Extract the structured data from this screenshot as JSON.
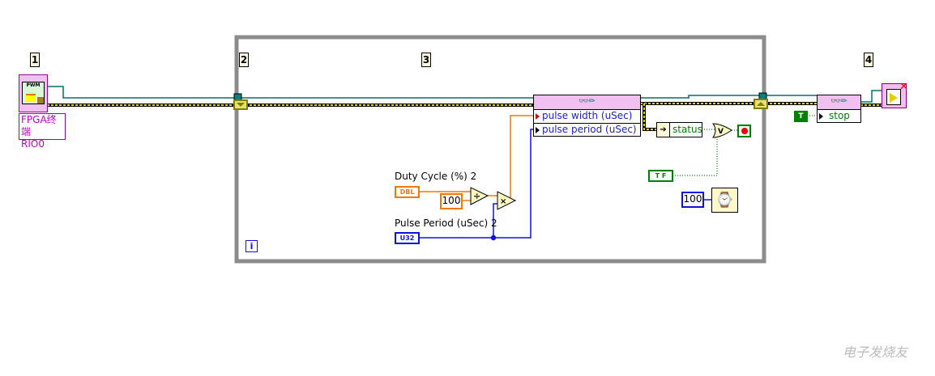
{
  "frames": {
    "f1": "1",
    "f2": "2",
    "f3": "3",
    "f4": "4"
  },
  "fpga_ref": {
    "icon_text": "PWM",
    "label_line1": "FPGA终端",
    "label_line2": "RIO0"
  },
  "loop": {
    "iteration": "i"
  },
  "controls": {
    "duty_label": "Duty Cycle (%) 2",
    "duty_type": "DBL",
    "duty_const": "100",
    "period_label": "Pulse Period (uSec) 2",
    "period_type": "U32"
  },
  "ops": {
    "divide": "÷",
    "multiply": "×",
    "or": "V"
  },
  "property_node": {
    "rows": [
      "pulse width (uSec)",
      "pulse period (uSec)"
    ]
  },
  "status": {
    "label": "status"
  },
  "tf_const": "T F",
  "wait": {
    "ms": "100"
  },
  "stop_node": {
    "t_const": "T",
    "row": "stop"
  },
  "watermark": "电子发烧友",
  "colors": {
    "frame": "#8c8c8c",
    "ref_wire": "#007070",
    "error_wire": "#c8c000",
    "dbl": "#f07800",
    "u32": "#1010e0",
    "bool": "#008000",
    "node_header": "#f0c0f0"
  }
}
